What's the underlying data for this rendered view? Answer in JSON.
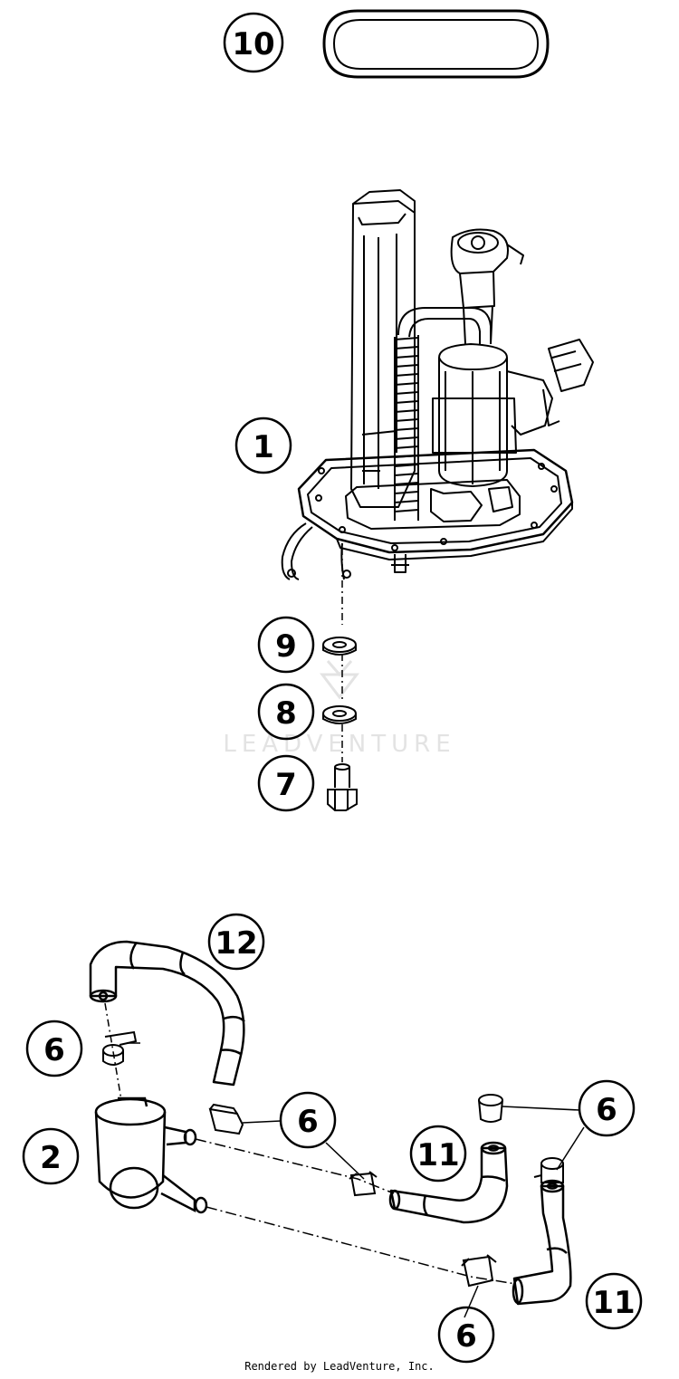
{
  "callouts": {
    "c10": "10",
    "c1": "1",
    "c9": "9",
    "c8": "8",
    "c7": "7",
    "c12": "12",
    "c6a": "6",
    "c2": "2",
    "c6b": "6",
    "c11a": "11",
    "c6c": "6",
    "c11b": "11",
    "c6d": "6"
  },
  "watermark": {
    "text": "LEADVENTURE"
  },
  "footer": {
    "text": "Rendered by LeadVenture, Inc."
  },
  "colors": {
    "line": "#000000",
    "watermark": "#e3e3e3",
    "background": "#ffffff"
  }
}
